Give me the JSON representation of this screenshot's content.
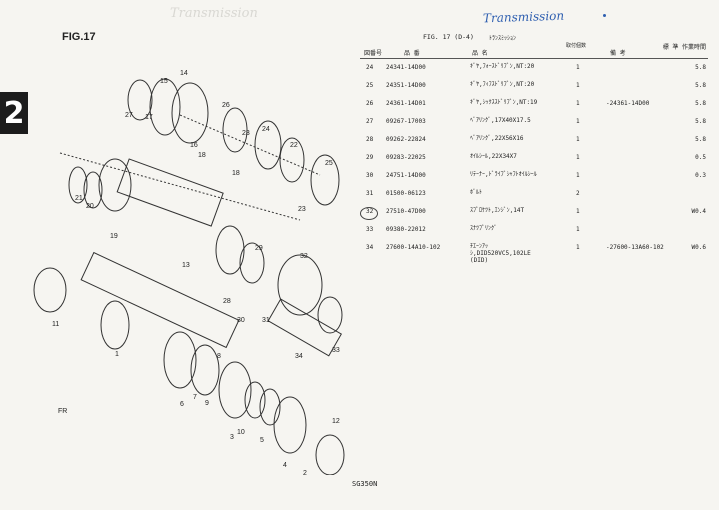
{
  "page": {
    "section": "2",
    "figure_left": "FIG.17",
    "figure_right": "FIG. 17  (D-4)",
    "figure_subtitle": "ﾄﾗﾝｽﾐｯｼｮﾝ",
    "handwritten_note": "Transmission",
    "model": "SG350N"
  },
  "diagram": {
    "callouts": [
      "14",
      "15",
      "27",
      "17",
      "26",
      "16",
      "18",
      "23",
      "24",
      "18",
      "22",
      "25",
      "23",
      "21",
      "20",
      "19",
      "13",
      "29",
      "32",
      "28",
      "30",
      "31",
      "34",
      "33",
      "11",
      "1",
      "8",
      "6",
      "7",
      "9",
      "10",
      "3",
      "5",
      "4",
      "12",
      "2"
    ],
    "front_label": "FR"
  },
  "table": {
    "headers": {
      "ref": "図番号",
      "part": "品    番",
      "desc": "品          名",
      "qty": "取付個数",
      "remarks": "備     考",
      "time": "標 準 作業時間"
    },
    "rows": [
      {
        "ref": "24",
        "part": "24341-14D00",
        "desc": "ｷﾞﾔ,ﾌｫｰｽﾄﾞﾘﾌﾞﾝ,NT:20",
        "qty": "1",
        "remarks": "",
        "time": "5.8"
      },
      {
        "ref": "25",
        "part": "24351-14D00",
        "desc": "ｷﾞﾔ,ﾌｨﾌｽﾄﾞﾘﾌﾞﾝ,NT:20",
        "qty": "1",
        "remarks": "",
        "time": "5.8"
      },
      {
        "ref": "26",
        "part": "24361-14D01",
        "desc": "ｷﾞﾔ,ｼｯｸｽｽﾄﾞﾘﾌﾞﾝ,NT:19",
        "qty": "1",
        "remarks": "-24361-14D00",
        "time": "5.8"
      },
      {
        "ref": "27",
        "part": "09267-17003",
        "desc": "ﾍﾞｱﾘﾝｸﾞ,17X40X17.5",
        "qty": "1",
        "remarks": "",
        "time": "5.8"
      },
      {
        "ref": "28",
        "part": "09262-22824",
        "desc": "ﾍﾞｱﾘﾝｸﾞ,22X56X16",
        "qty": "1",
        "remarks": "",
        "time": "5.8"
      },
      {
        "ref": "29",
        "part": "09283-22025",
        "desc": "ｵｲﾙｼｰﾙ,22X34X7",
        "qty": "1",
        "remarks": "",
        "time": "0.5"
      },
      {
        "ref": "30",
        "part": "24751-14D00",
        "desc": "ﾘﾃｰﾅｰ,ﾄﾞﾗｲﾌﾞｼｬﾌﾄｵｲﾙｼｰﾙ",
        "qty": "1",
        "remarks": "",
        "time": "0.3"
      },
      {
        "ref": "31",
        "part": "01500-06123",
        "desc": "ﾎﾞﾙﾄ",
        "qty": "2",
        "remarks": "",
        "time": ""
      },
      {
        "ref": "32",
        "part": "27510-47D00",
        "desc": "ｽﾌﾟﾛｹﾂﾄ,ｴﾝｼﾞﾝ,14T",
        "qty": "1",
        "remarks": "",
        "time": "W0.4"
      },
      {
        "ref": "33",
        "part": "09380-22012",
        "desc": "ｽﾅﾂﾌﾟﾘﾝｸﾞ",
        "qty": "1",
        "remarks": "",
        "time": ""
      },
      {
        "ref": "34",
        "part": "27600-14A10-102",
        "desc": "ﾁｴｰﾝｱｯｼ,DID520VC5,102LE (DID)",
        "qty": "1",
        "remarks": "-27600-13A60-102",
        "time": "W0.6"
      }
    ]
  }
}
